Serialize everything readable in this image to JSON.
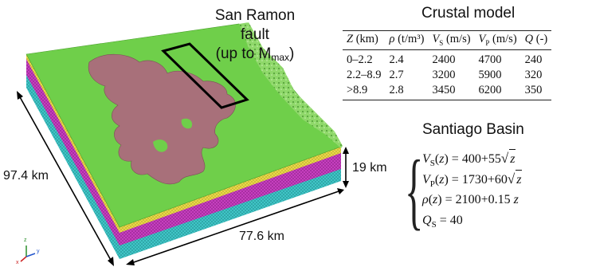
{
  "figure": {
    "fault_label": {
      "line1": "San Ramon",
      "line2": "fault",
      "line3_prefix": "(up to M",
      "line3_sub": "max",
      "line3_suffix": ")"
    },
    "dims": {
      "depth": "19 km",
      "length": "97.4 km",
      "width": "77.6 km"
    },
    "axis_triad_letters": [
      "x",
      "y",
      "z"
    ],
    "colors": {
      "surface": "#6fcf4a",
      "basin": "#a8707a",
      "layer1": "#e8d84a",
      "layer2": "#c63fbf",
      "layer3": "#40c5c6",
      "fault_box": "#000000"
    }
  },
  "crustal_model": {
    "title": "Crustal model",
    "headers": [
      "Z (km)",
      "ρ (t/m³)",
      "V_S (m/s)",
      "V_P (m/s)",
      "Q (-)"
    ],
    "header_parts": [
      {
        "var": "Z",
        "sub": "",
        "unit": " (km)"
      },
      {
        "var": "ρ",
        "sub": "",
        "unit": " (t/m³)"
      },
      {
        "var": "V",
        "sub": "S",
        "unit": " (m/s)"
      },
      {
        "var": "V",
        "sub": "P",
        "unit": " (m/s)"
      },
      {
        "var": "Q",
        "sub": "",
        "unit": " (-)"
      }
    ],
    "rows": [
      [
        "0–2.2",
        "2.4",
        "2400",
        "4700",
        "240"
      ],
      [
        "2.2–8.9",
        "2.7",
        "3200",
        "5900",
        "320"
      ],
      [
        ">8.9",
        "2.8",
        "3450",
        "6200",
        "350"
      ]
    ]
  },
  "santiago_basin": {
    "title": "Santiago Basin",
    "equations": [
      {
        "lhs_var": "V",
        "lhs_sub": "S",
        "lhs_arg": "(z)",
        "rhs_const": "400+55",
        "rhs_sqrt": "z",
        "rhs_tail": ""
      },
      {
        "lhs_var": "V",
        "lhs_sub": "P",
        "lhs_arg": "(z)",
        "rhs_const": "1730+60",
        "rhs_sqrt": "z",
        "rhs_tail": ""
      },
      {
        "lhs_var": "ρ",
        "lhs_sub": "",
        "lhs_arg": "(z)",
        "rhs_const": "2100+0.15",
        "rhs_sqrt": "",
        "rhs_tail": "z"
      },
      {
        "lhs_var": "Q",
        "lhs_sub": "S",
        "lhs_arg": "",
        "rhs_const": "40",
        "rhs_sqrt": "",
        "rhs_tail": ""
      }
    ]
  }
}
